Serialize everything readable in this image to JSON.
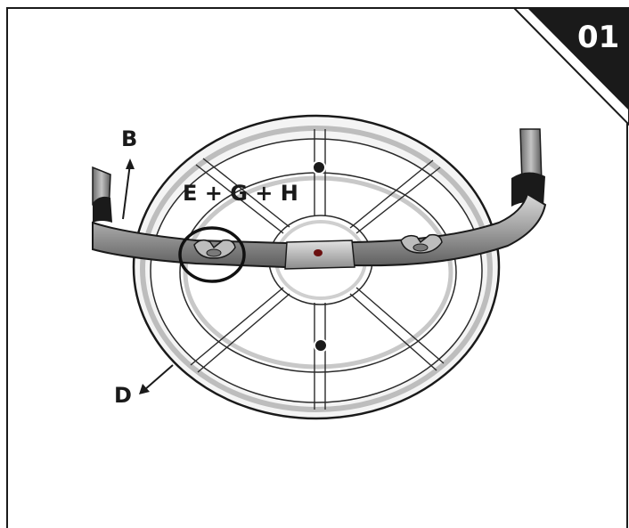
{
  "step": {
    "number": "01"
  },
  "labels": {
    "b": "B",
    "d": "D",
    "egh": "E + G + H"
  },
  "colors": {
    "frame": "#1a1a1a",
    "corner_badge": "#1a1a1a",
    "tube": "#9a9a9a",
    "base": "#ffffff"
  },
  "icons": [
    "arrow-up-icon",
    "arrow-down-left-icon",
    "highlight-circle-icon"
  ]
}
